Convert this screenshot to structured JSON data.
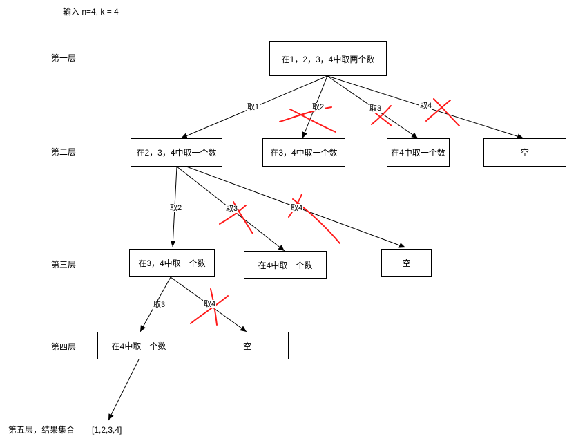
{
  "header": {
    "input_text": "输入 n=4, k = 4"
  },
  "levels": {
    "l1": "第一层",
    "l2": "第二层",
    "l3": "第三层",
    "l4": "第四层",
    "l5": "第五层，结果集合"
  },
  "result": "[1,2,3,4]",
  "nodes": {
    "root": "在1，2，3，4中取两个数",
    "n2a": "在2，3，4中取一个数",
    "n2b": "在3，4中取一个数",
    "n2c": "在4中取一个数",
    "n2d": "空",
    "n3a": "在3，4中取一个数",
    "n3b": "在4中取一个数",
    "n3c": "空",
    "n4a": "在4中取一个数",
    "n4b": "空"
  },
  "edges": {
    "e1": "取1",
    "e2": "取2",
    "e3": "取3",
    "e4": "取4",
    "e5": "取2",
    "e6": "取3",
    "e7": "取4",
    "e8": "取3",
    "e9": "取4"
  },
  "colors": {
    "line": "#000000",
    "cross": "#ff1a1a"
  }
}
